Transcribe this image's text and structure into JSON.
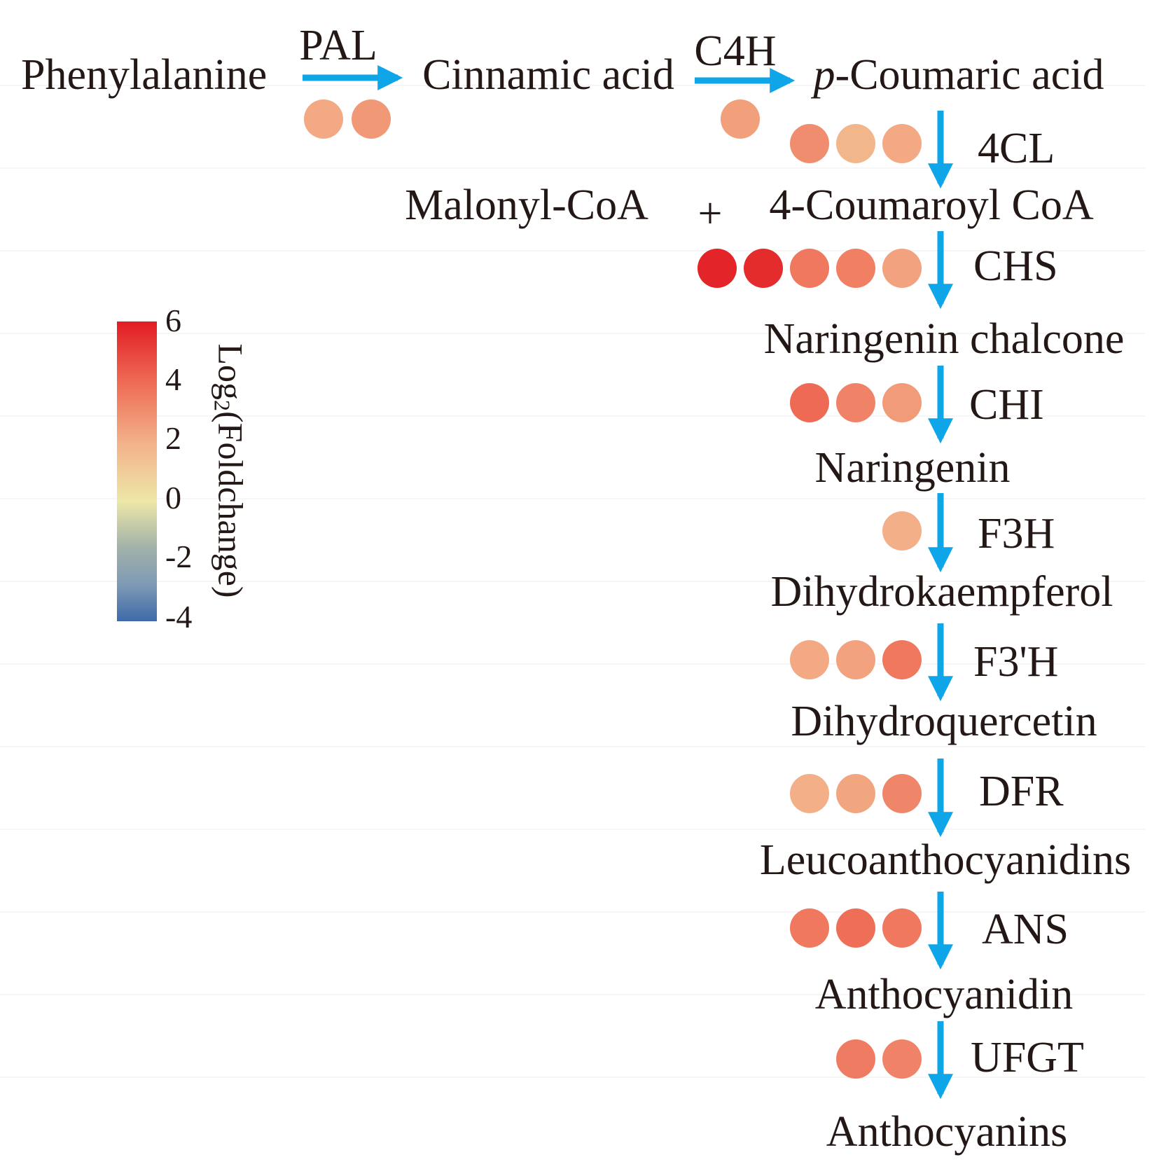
{
  "compounds": {
    "phenylalanine": "Phenylalanine",
    "cinnamic": "Cinnamic acid",
    "coumaric_prefix": "p",
    "coumaric_rest": "-Coumaric acid",
    "malonyl": "Malonyl-CoA",
    "plus": "+",
    "coumaroyl": "4-Coumaroyl CoA",
    "chalcone": "Naringenin chalcone",
    "naringenin": "Naringenin",
    "dhk": "Dihydrokaempferol",
    "dhq": "Dihydroquercetin",
    "leuco": "Leucoanthocyanidins",
    "anthocyanidin": "Anthocyanidin",
    "anthocyanins": "Anthocyanins"
  },
  "enzymes": {
    "pal": "PAL",
    "c4h": "C4H",
    "cl4": "4CL",
    "chs": "CHS",
    "chi": "CHI",
    "f3h": "F3H",
    "f3ph": "F3'H",
    "dfr": "DFR",
    "ans": "ANS",
    "ufgt": "UFGT"
  },
  "gene_expression": {
    "pal": [
      2.2,
      2.7
    ],
    "c4h": [
      2.5
    ],
    "cl4": [
      3.0,
      1.8,
      2.2
    ],
    "chs": [
      5.8,
      5.6,
      3.6,
      3.4,
      2.4
    ],
    "chi": [
      4.0,
      3.3,
      2.6
    ],
    "f3h": [
      2.0
    ],
    "f3ph": [
      2.2,
      2.4,
      3.6
    ],
    "dfr": [
      2.0,
      2.3,
      3.2
    ],
    "ans": [
      3.6,
      3.9,
      3.6
    ],
    "ufgt": [
      3.5,
      3.3
    ]
  },
  "colorbar": {
    "title_main": "Log",
    "title_sub": "2",
    "title_rest": "(Foldchange)",
    "min": -4,
    "max": 6,
    "ticks": [
      "6",
      "4",
      "2",
      "0",
      "-2",
      "-4"
    ]
  },
  "colors": {
    "arrow": "#0ea5e9",
    "grid": "#eeeeee",
    "text": "#231815"
  }
}
